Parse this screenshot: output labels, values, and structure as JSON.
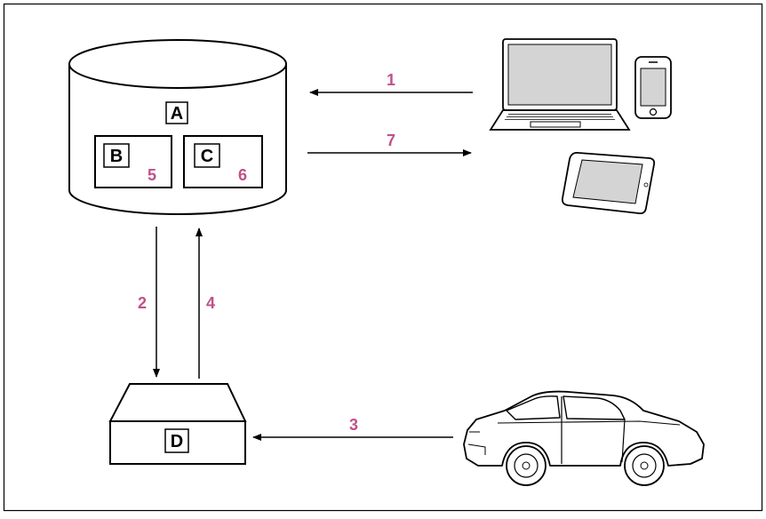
{
  "accent_color": "#c05088",
  "boxes": {
    "a": "A",
    "b": "B",
    "c": "C",
    "d": "D"
  },
  "steps": {
    "s1": "1",
    "s2": "2",
    "s3": "3",
    "s4": "4",
    "s5": "5",
    "s6": "6",
    "s7": "7"
  },
  "icons": [
    "database-cylinder-icon",
    "laptop-icon",
    "smartphone-icon",
    "tablet-icon",
    "device-box-icon",
    "car-icon"
  ]
}
